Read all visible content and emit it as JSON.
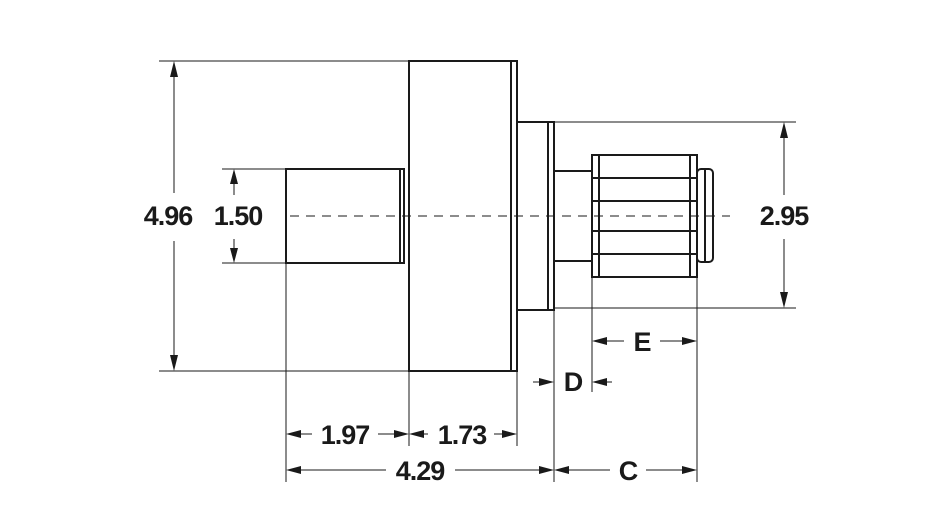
{
  "dimensions": {
    "overall_diameter": "4.96",
    "shaft_diameter": "1.50",
    "pinion_diameter": "2.95",
    "shaft_length": "1.97",
    "body_length": "1.73",
    "overall_length": "4.29",
    "length_c": "C",
    "length_d": "D",
    "length_e": "E"
  },
  "colors": {
    "line": "#1a1a1a",
    "background": "#ffffff"
  }
}
